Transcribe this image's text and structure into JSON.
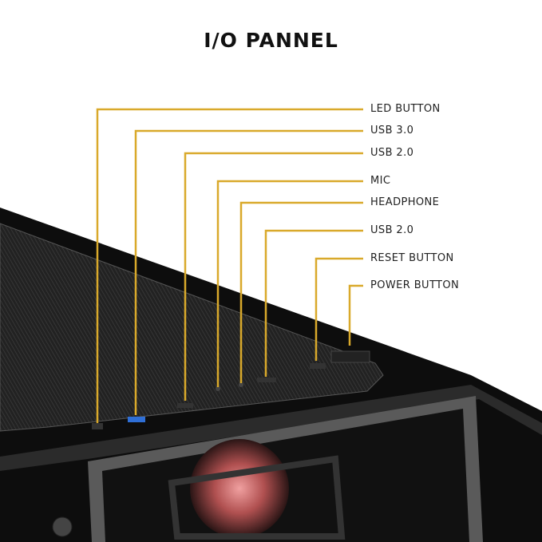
{
  "title": "I/O PANNEL",
  "accent_color": "#d9a92b",
  "callouts": [
    {
      "label": "LED BUTTON"
    },
    {
      "label": "USB 3.0"
    },
    {
      "label": "USB 2.0"
    },
    {
      "label": "MIC"
    },
    {
      "label": "HEADPHONE"
    },
    {
      "label": "USB 2.0"
    },
    {
      "label": "RESET BUTTON"
    },
    {
      "label": "POWER BUTTON"
    }
  ]
}
